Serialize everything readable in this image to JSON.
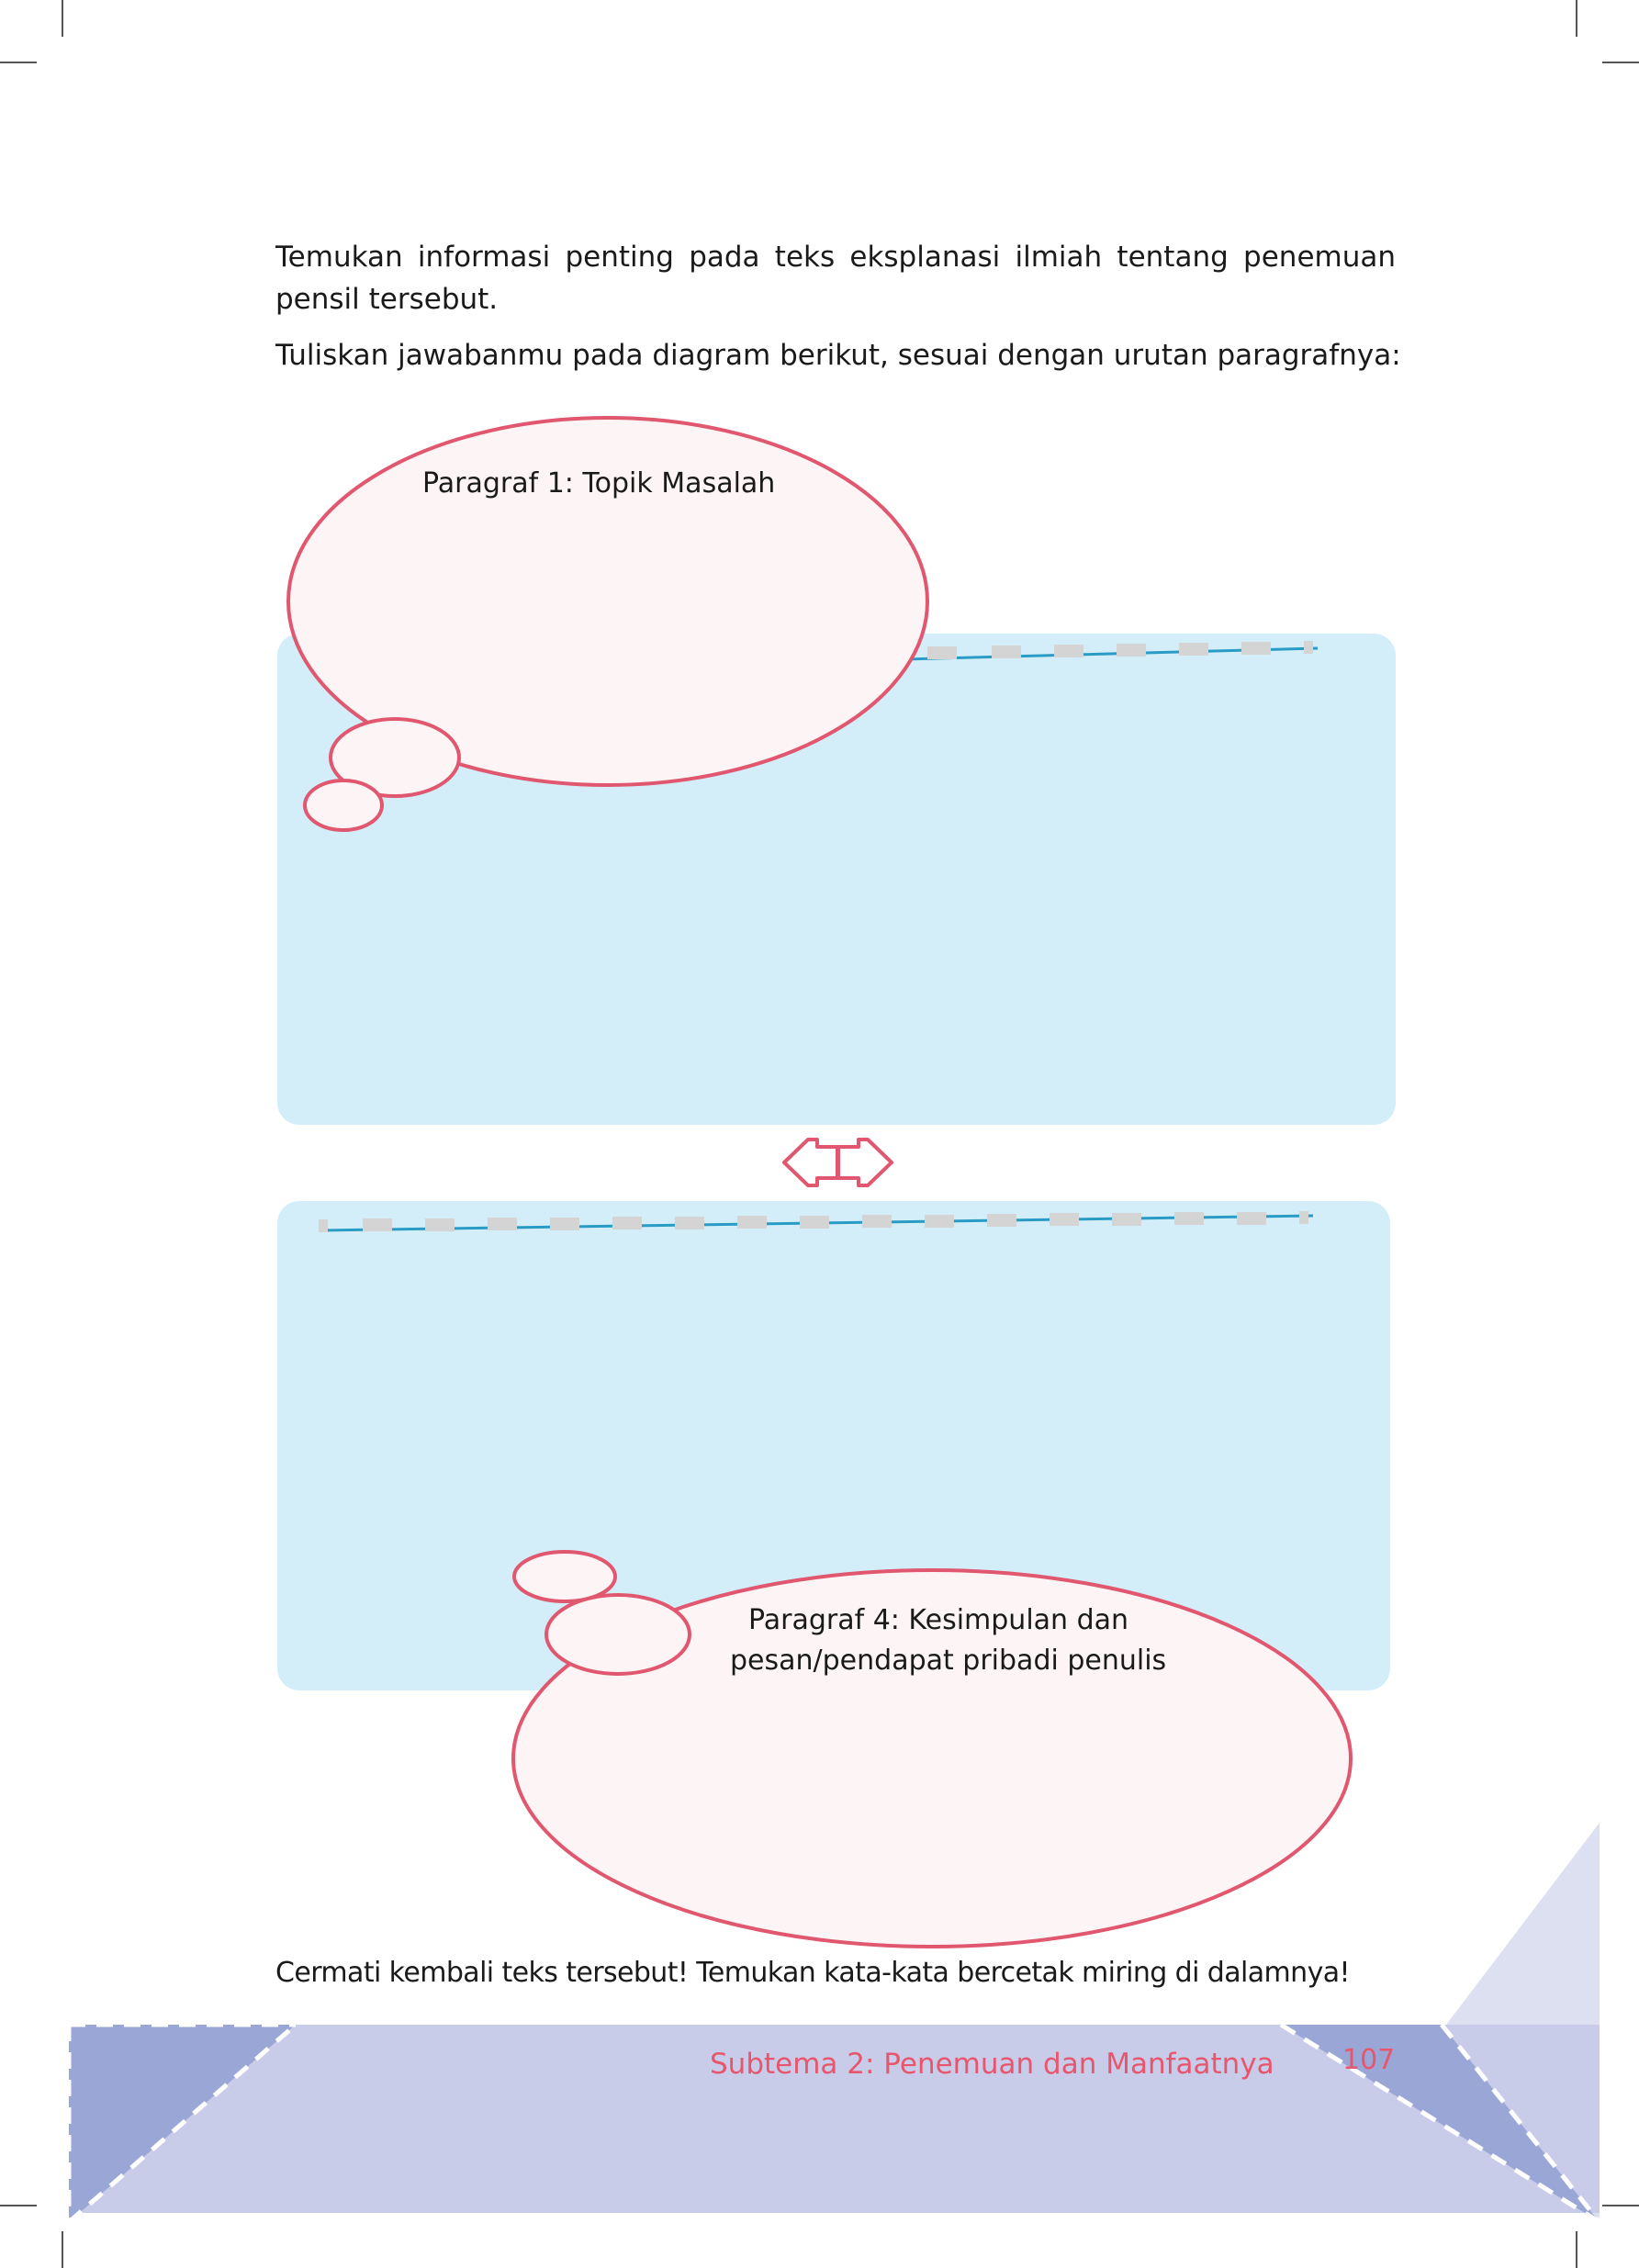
{
  "instructions": {
    "line1": "Temukan informasi penting pada teks eksplanasi ilmiah tentang penemuan",
    "line2": "pensil tersebut.",
    "line3": "Tuliskan jawabanmu pada diagram berikut, sesuai dengan urutan paragrafnya:"
  },
  "bubbles": {
    "top_label": "Paragraf 1: Topik Masalah",
    "bottom_label_line1": "Paragraf 4: Kesimpulan dan",
    "bottom_label_line2": "pesan/pendapat pribadi penulis"
  },
  "closing": "Cermati kembali teks tersebut! Temukan kata-kata bercetak miring di dalamnya!",
  "footer": {
    "subtitle": "Subtema 2: Penemuan dan Manfaatnya",
    "page_number": "107"
  },
  "colors": {
    "panel": "#d3eef9",
    "bubble_stroke": "#e0576f",
    "bubble_fill": "#fdf5f5",
    "footer_band": "#c8cce9",
    "footer_dark": "#9aa6d6",
    "accent_text": "#e8566e"
  }
}
